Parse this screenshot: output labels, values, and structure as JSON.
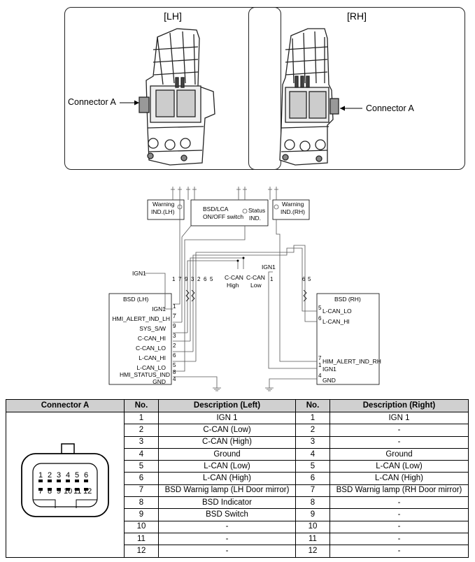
{
  "photos": {
    "left": {
      "title": "[LH]",
      "callout": "Connector A"
    },
    "right": {
      "title": "[RH]",
      "callout": "Connector A"
    }
  },
  "schematic": {
    "warning_lh": [
      "Warning",
      "IND.(LH)"
    ],
    "switch": [
      "BSD/LCA",
      "ON/OFF switch"
    ],
    "status": [
      "Status",
      "IND."
    ],
    "warning_rh": [
      "Warning",
      "IND.(RH)"
    ],
    "ign1_left": "IGN1",
    "ign1_right": "IGN1",
    "ccan_high": [
      "C-CAN",
      "High"
    ],
    "ccan_low": [
      "C-CAN",
      "Low"
    ],
    "bsd_lh": {
      "title": "BSD (LH)",
      "pins": [
        {
          "name": "IGN1",
          "no": "1"
        },
        {
          "name": "HMI_ALERT_IND_LH",
          "no": "7"
        },
        {
          "name": "SYS_S/W",
          "no": "9"
        },
        {
          "name": "C-CAN_HI",
          "no": "3"
        },
        {
          "name": "C-CAN_LO",
          "no": "2"
        },
        {
          "name": "L-CAN_HI",
          "no": "6"
        },
        {
          "name": "L-CAN_LO",
          "no": "5"
        },
        {
          "name": "HMI_STATUS_IND",
          "no": "8"
        },
        {
          "name": "GND",
          "no": "4"
        }
      ],
      "wire_numbers": [
        "1",
        "7",
        "9",
        "3",
        "2",
        "6",
        "5"
      ]
    },
    "bsd_rh": {
      "title": "BSD (RH)",
      "pins": [
        {
          "name": "L-CAN_LO",
          "no": "5"
        },
        {
          "name": "L-CAN_HI",
          "no": "6"
        },
        {
          "name": "HIM_ALERT_IND_RH",
          "no": "7"
        },
        {
          "name": "IGN1",
          "no": "1"
        },
        {
          "name": "GND",
          "no": "4"
        }
      ],
      "wire_numbers": [
        "1",
        "6",
        "5"
      ]
    }
  },
  "connector_pins": [
    "1",
    "2",
    "3",
    "4",
    "5",
    "6",
    "7",
    "8",
    "9",
    "10",
    "11",
    "12"
  ],
  "table": {
    "headers": [
      "Connector A",
      "No.",
      "Description (Left)",
      "No.",
      "Description (Right)"
    ],
    "rows": [
      {
        "no_l": "1",
        "left": "IGN 1",
        "no_r": "1",
        "right": "IGN 1"
      },
      {
        "no_l": "2",
        "left": "C-CAN (Low)",
        "no_r": "2",
        "right": "-"
      },
      {
        "no_l": "3",
        "left": "C-CAN (High)",
        "no_r": "3",
        "right": "-"
      },
      {
        "no_l": "4",
        "left": "Ground",
        "no_r": "4",
        "right": "Ground"
      },
      {
        "no_l": "5",
        "left": "L-CAN (Low)",
        "no_r": "5",
        "right": "L-CAN (Low)"
      },
      {
        "no_l": "6",
        "left": "L-CAN (High)",
        "no_r": "6",
        "right": "L-CAN (High)"
      },
      {
        "no_l": "7",
        "left": "BSD Warnig lamp (LH Door mirror)",
        "no_r": "7",
        "right": "BSD Warnig lamp (RH Door mirror)"
      },
      {
        "no_l": "8",
        "left": "BSD Indicator",
        "no_r": "8",
        "right": "-"
      },
      {
        "no_l": "9",
        "left": "BSD Switch",
        "no_r": "9",
        "right": "-"
      },
      {
        "no_l": "10",
        "left": "-",
        "no_r": "10",
        "right": "-"
      },
      {
        "no_l": "11",
        "left": "-",
        "no_r": "11",
        "right": "-"
      },
      {
        "no_l": "12",
        "left": "-",
        "no_r": "12",
        "right": "-"
      }
    ]
  }
}
